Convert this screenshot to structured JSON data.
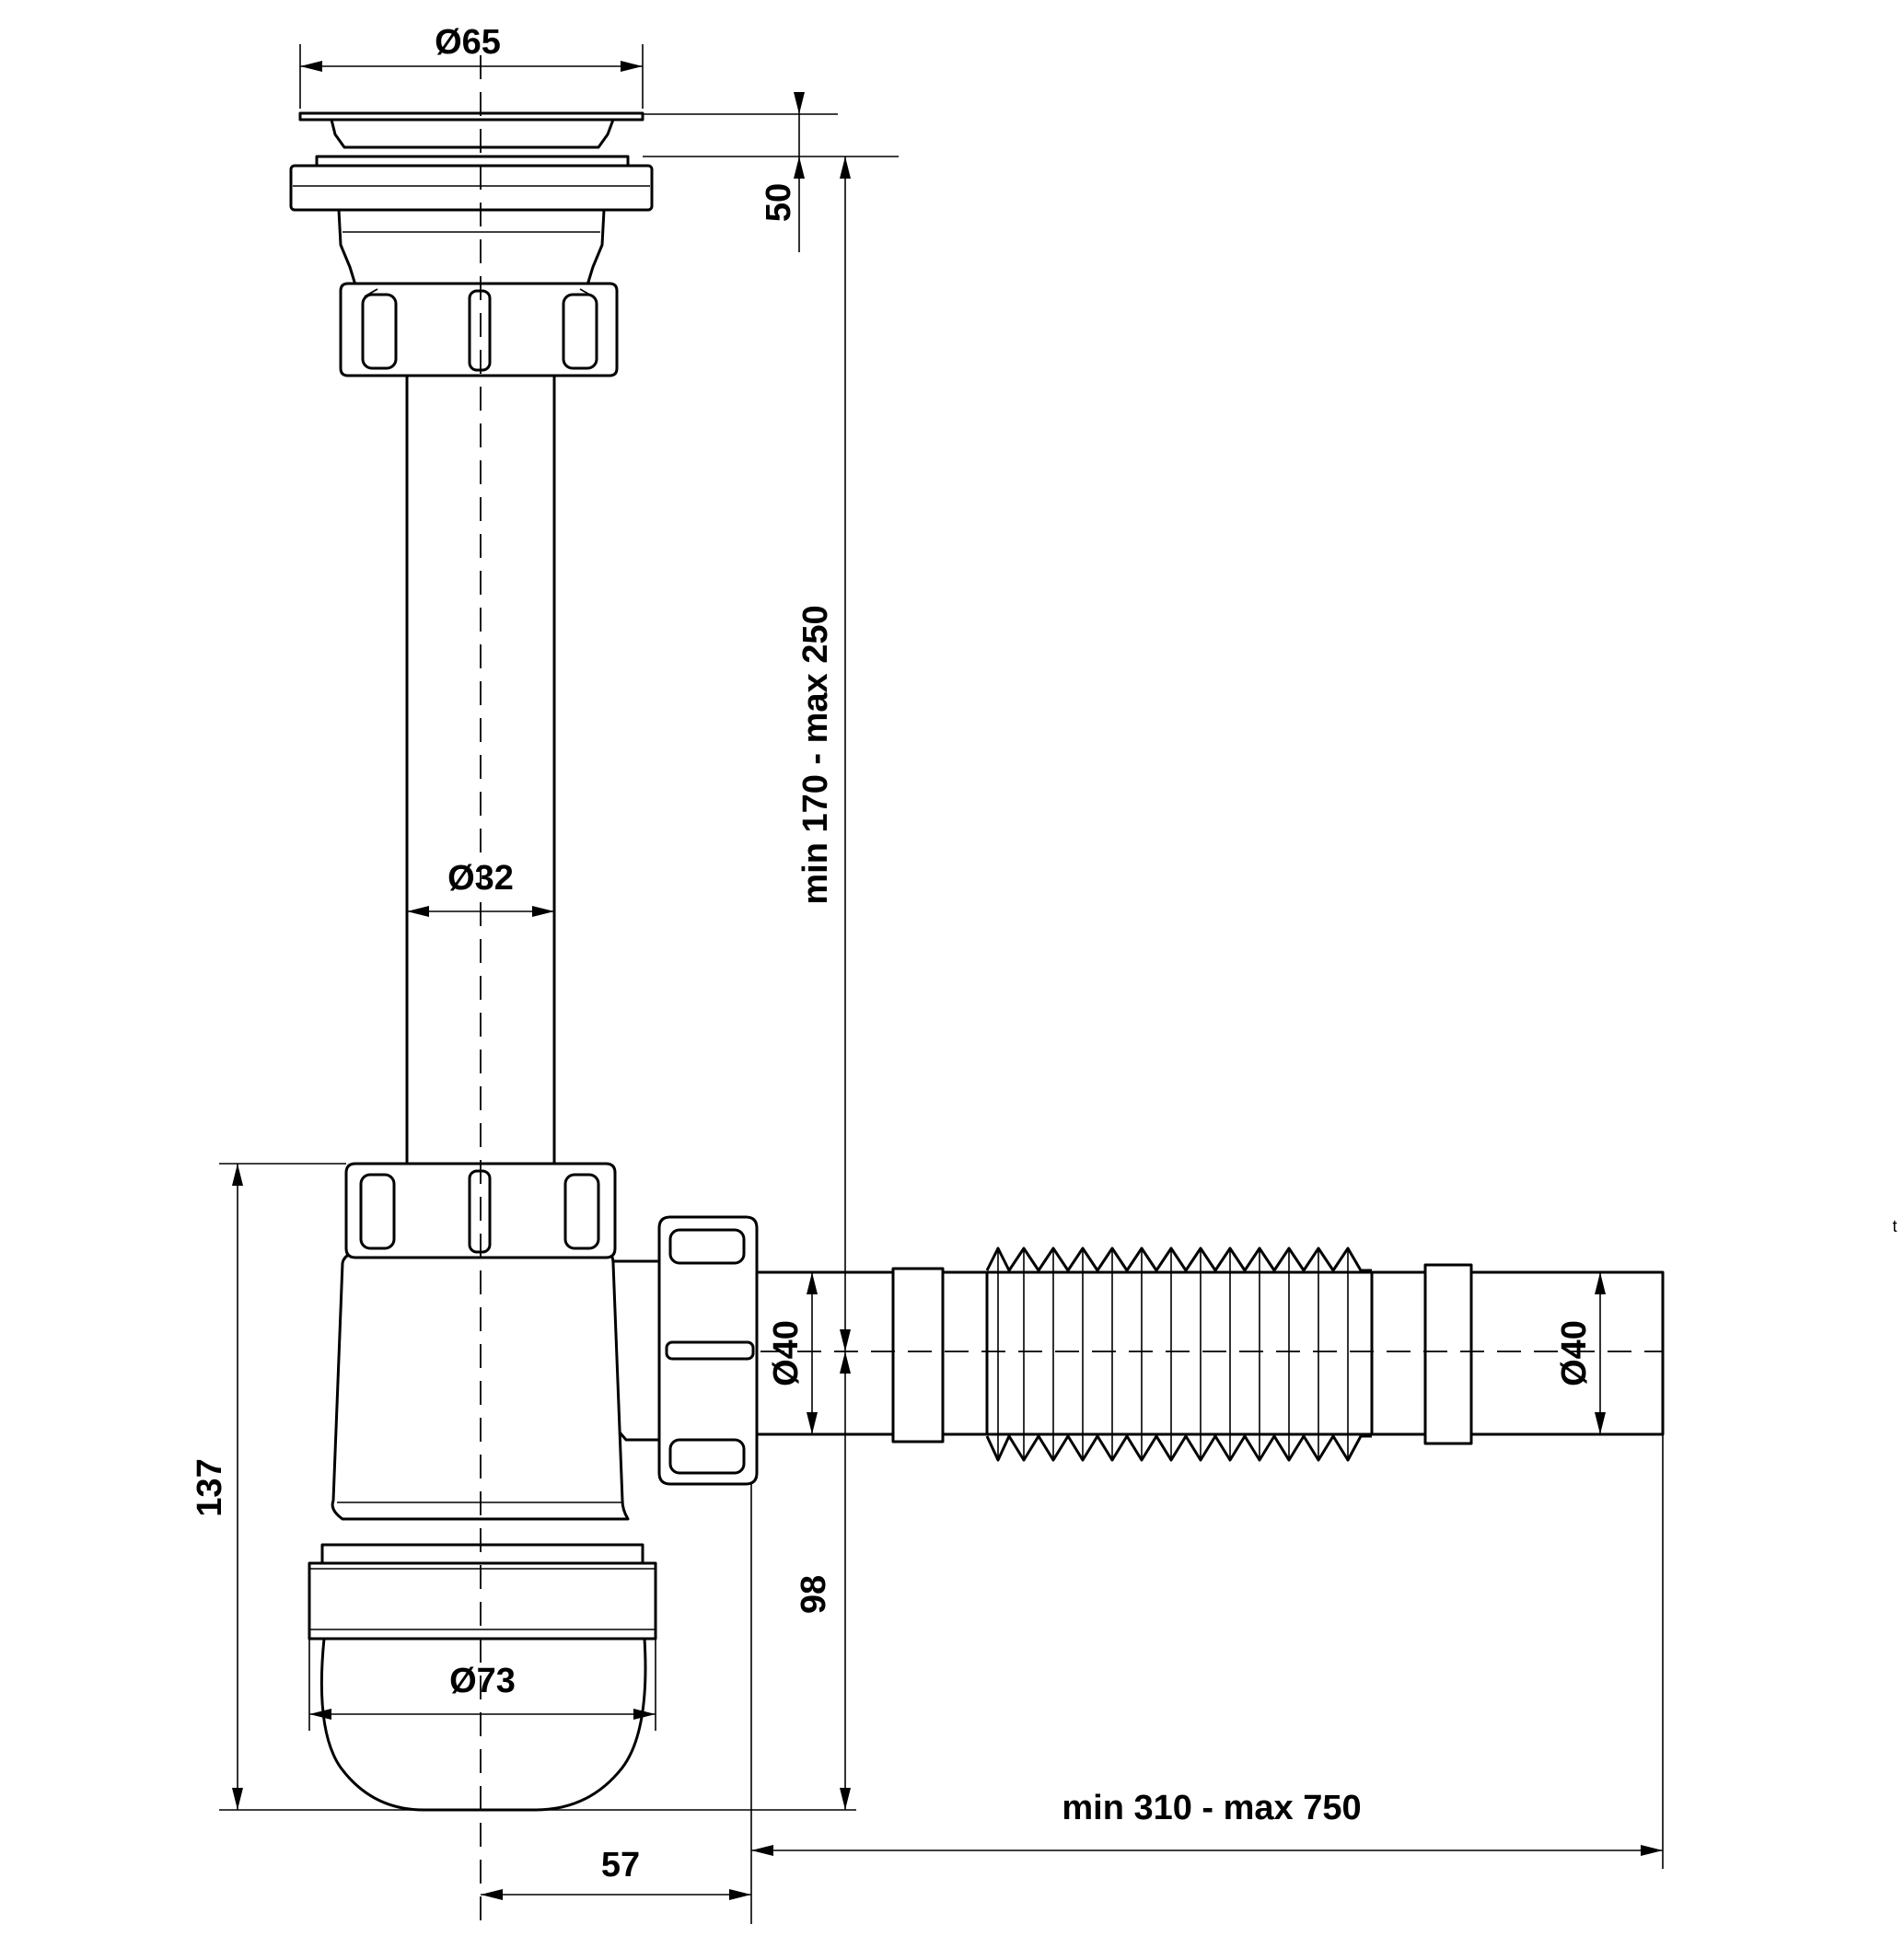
{
  "drawing": {
    "dimensions": {
      "flange_diameter": "Ø65",
      "flange_height": "50",
      "vertical_pipe_diameter": "Ø32",
      "adjustable_height": "min 170 - max 250",
      "bottle_height": "137",
      "outlet_height": "98",
      "bottle_diameter": "Ø73",
      "outlet_offset": "57",
      "adjustable_length": "min 310 - max 750",
      "outlet_diameter_inner": "Ø40",
      "outlet_diameter_end": "Ø40"
    },
    "stray_mark": "t"
  }
}
